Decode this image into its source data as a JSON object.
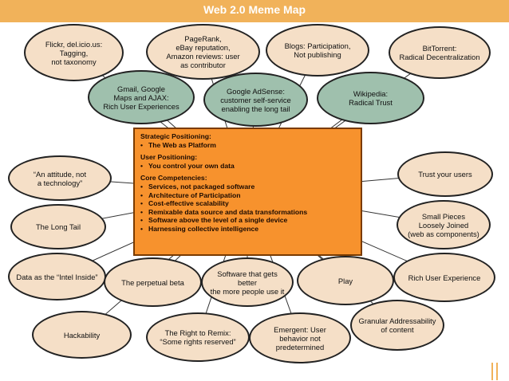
{
  "title": "Web 2.0 Meme Map",
  "colors": {
    "header": "#f1b25a",
    "center_fill": "#f7922d",
    "green_node": "#9fc0ad",
    "tan_node": "#f5dfc7"
  },
  "center": {
    "strategic_heading": "Strategic Positioning:",
    "strategic_items": [
      "The Web as Platform"
    ],
    "user_heading": "User Positioning:",
    "user_items": [
      "You control your own data"
    ],
    "core_heading": "Core Competencies:",
    "core_items": [
      "Services, not packaged software",
      "Architecture of Participation",
      "Cost-effective scalability",
      "Remixable data source and data transformations",
      "Software above the level of a single device",
      "Harnessing collective intelligence"
    ]
  },
  "nodes": {
    "flickr": "Flickr, del.icio.us:\nTagging,\nnot taxonomy",
    "pagerank": "PageRank,\neBay reputation,\nAmazon reviews: user\nas contributor",
    "blogs": "Blogs: Participation,\nNot publishing",
    "bittorrent": "BitTorrent:\nRadical Decentralization",
    "gmail": "Gmail, Google\nMaps and AJAX:\nRich User Experiences",
    "adsense": "Google AdSense:\ncustomer self-service\nenabling the long tail",
    "wikipedia": "Wikipedia:\nRadical Trust",
    "attitude": "“An attitude, not\na technology”",
    "trust": "Trust your users",
    "longtail": "The Long Tail",
    "smallpieces": "Small Pieces\nLoosely Joined\n(web as components)",
    "intel": "Data as the “Intel Inside”",
    "beta": "The perpetual beta",
    "better": "Software that gets\nbetter\nthe more people use it",
    "play": "Play",
    "rich": "Rich User Experience",
    "granular": "Granular Addressability\nof content",
    "hackability": "Hackability",
    "remix": "The Right to Remix:\n“Some rights reserved”",
    "emergent": "Emergent: User\nbehavior not\npredetermined"
  }
}
